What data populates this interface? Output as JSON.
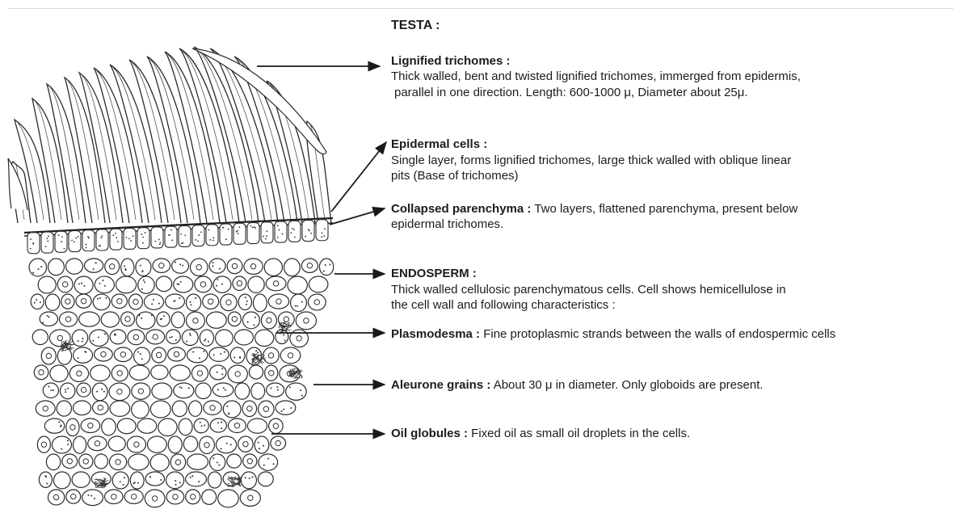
{
  "figure": {
    "testa_heading": "TESTA :",
    "labels": {
      "trichomes": {
        "title": "Lignified trichomes :",
        "line1": "Thick walled, bent and twisted lignified trichomes, immerged from epidermis,",
        "line2": "parallel in one direction. Length: 600-1000 μ, Diameter about 25μ."
      },
      "epidermal": {
        "title": "Epidermal cells :",
        "line1": "Single layer, forms lignified trichomes, large thick walled with oblique linear",
        "line2": "pits (Base of trichomes)"
      },
      "collapsed": {
        "title": "Collapsed parenchyma :",
        "text": " Two layers, flattened parenchyma, present below",
        "line2": "epidermal trichomes."
      },
      "endosperm": {
        "title": "ENDOSPERM :",
        "line1": "Thick walled cellulosic parenchymatous cells. Cell shows hemicellulose in",
        "line2": "the cell wall and following characteristics :"
      },
      "plasmodesma": {
        "title": "Plasmodesma :",
        "text": " Fine protoplasmic strands between the walls of endospermic cells"
      },
      "aleurone": {
        "title": "Aleurone grains :",
        "text": " About 30 μ in diameter. Only globoids are present."
      },
      "oil": {
        "title": "Oil globules :",
        "text": " Fixed oil as small oil droplets in the cells."
      }
    }
  }
}
